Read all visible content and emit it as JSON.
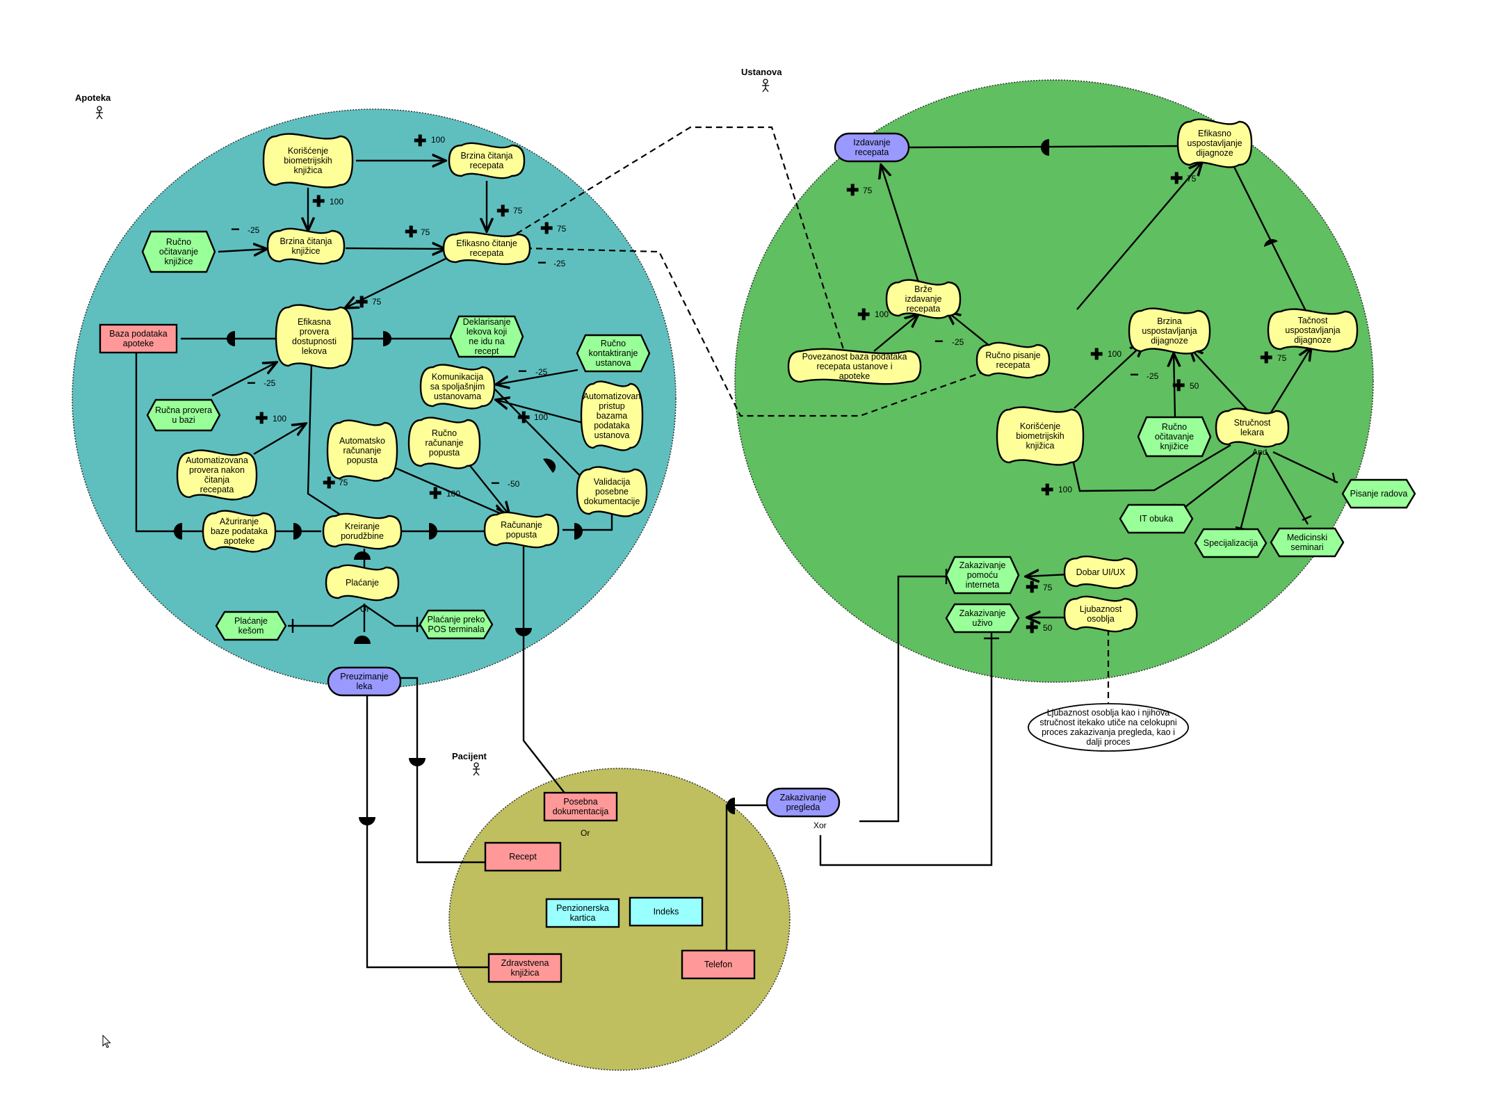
{
  "actors": {
    "apoteka": "Apoteka",
    "ustanova": "Ustanova",
    "pacijent": "Pacijent"
  },
  "colors": {
    "apoteka_boundary": "#5fbfbf",
    "ustanova_boundary": "#60bf60",
    "pacijent_boundary": "#bfbf5f",
    "softgoal": "#ffff99",
    "goal": "#9999ff",
    "task": "#99ff99",
    "resource_red": "#ff9999",
    "resource_cyan": "#99ffff"
  },
  "nodes": {
    "a_biometrija": "Korišćenje biometrijskih knjižica",
    "a_brzina1": "Brzina čitanja recepata",
    "a_brzina2": "Brzina čitanja knjižice",
    "a_rucno_ocit": "Ručno očitavanje knjižice",
    "a_efik_citanje": "Efikasno čitanje recepata",
    "a_baza": "Baza podataka apoteke",
    "a_efik_provera": "Efikasna provera dostupnosti lekova",
    "a_deklarisanje": "Deklarisanje lekova koji ne idu na recept",
    "a_rucno_kontakt": "Ručno kontaktiranje ustanova",
    "a_komunikacija": "Komunikacija sa spoljašnjim ustanovama",
    "a_rucna_provera": "Ručna provera u bazi",
    "a_autom_pristup": "Automatizovan pristup bazama podataka ustanova",
    "a_autom_racun": "Automatsko računanje popusta",
    "a_rucno_racun": "Ručno računanje popusta",
    "a_autom_provera": "Automatizovana provera nakon čitanja recepata",
    "a_validacija": "Validacija posebne dokumentacije",
    "a_azuriranje": "Ažuriranje baze podataka apoteke",
    "a_kreiranje": "Kreiranje porudžbine",
    "a_racunanje": "Računanje popusta",
    "a_placanje": "Plaćanje",
    "a_kesom": "Plaćanje kešom",
    "a_pos": "Plaćanje preko POS terminala",
    "a_preuzimanje": "Preuzimanje leka",
    "u_izdavanje": "Izdavanje recepata",
    "u_efik_dijag": "Efikasno uspostavljanje dijagnoze",
    "u_brze_izd": "Brže izdavanje recepata",
    "u_povezanost": "Povezanost baza podataka recepata ustanove i apoteke",
    "u_rucno_pisanje": "Ručno pisanje recepata",
    "u_brzina_dijag": "Brzina uspostavljanja dijagnoze",
    "u_tacnost": "Tačnost uspostavljanja dijagnoze",
    "u_biometrija": "Korišćenje biometrijskih knjižica",
    "u_rucno_ocit": "Ručno očitavanje knjižice",
    "u_strucnost": "Stručnost lekara",
    "u_it_obuka": "IT obuka",
    "u_specijalizacija": "Specijalizacija",
    "u_seminari": "Medicinski seminari",
    "u_radovi": "Pisanje radova",
    "u_zak_internet": "Zakazivanje pomoću interneta",
    "u_zak_zivo": "Zakazivanje uživo",
    "u_uiux": "Dobar UI/UX",
    "u_ljubaznost": "Ljubaznost osoblja",
    "note": "Ljubaznost osoblja kao i njihova stručnost itekako utiče na celokupni proces zakazivanja pregleda, kao i dalji proces",
    "p_zakazivanje": "Zakazivanje pregleda",
    "p_posebna": "Posebna dokumentacija",
    "p_recept": "Recept",
    "p_penzionerska": "Penzionerska kartica",
    "p_indeks": "Indeks",
    "p_zdravstvena": "Zdravstvena knjižica",
    "p_telefon": "Telefon"
  },
  "operators": {
    "or": "Or",
    "and": "And",
    "xor": "Xor"
  },
  "contributions": {
    "c1": "100",
    "c2": "100",
    "c3": "-25",
    "c4": "75",
    "c5": "75",
    "c6": "75",
    "c7": "-25",
    "c8": "75",
    "c9": "-25",
    "c10": "-25",
    "c11": "100",
    "c12": "100",
    "c13": "75",
    "c14": "100",
    "c15": "-50",
    "u1": "75",
    "u2": "75",
    "u3": "100",
    "u4": "-25",
    "u5": "100",
    "u6": "-25",
    "u7": "50",
    "u8": "75",
    "u9": "100",
    "u10": "75",
    "u11": "50"
  },
  "cursor_icon": "mouse-pointer-icon"
}
